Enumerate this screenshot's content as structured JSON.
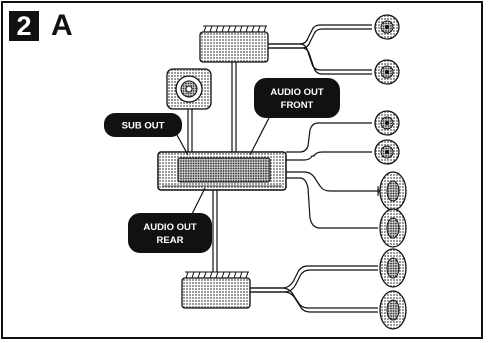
{
  "figure": {
    "step_number": "2",
    "step_letter": "A"
  },
  "callouts": {
    "sub_out": "SUB OUT",
    "audio_out_front_line1": "AUDIO OUT",
    "audio_out_front_line2": "FRONT",
    "audio_out_rear_line1": "AUDIO OUT",
    "audio_out_rear_line2": "REAR"
  },
  "components": {
    "head_unit": "head-unit",
    "front_amplifier": "amplifier-front",
    "rear_amplifier": "amplifier-rear",
    "subwoofer": "subwoofer-speaker",
    "speakers": [
      "round-speaker",
      "round-speaker",
      "round-speaker",
      "round-speaker",
      "oval-speaker",
      "oval-speaker",
      "oval-speaker",
      "oval-speaker"
    ]
  },
  "colors": {
    "ink": "#111111",
    "shading": "#b8b8b8",
    "paper": "#ffffff"
  }
}
